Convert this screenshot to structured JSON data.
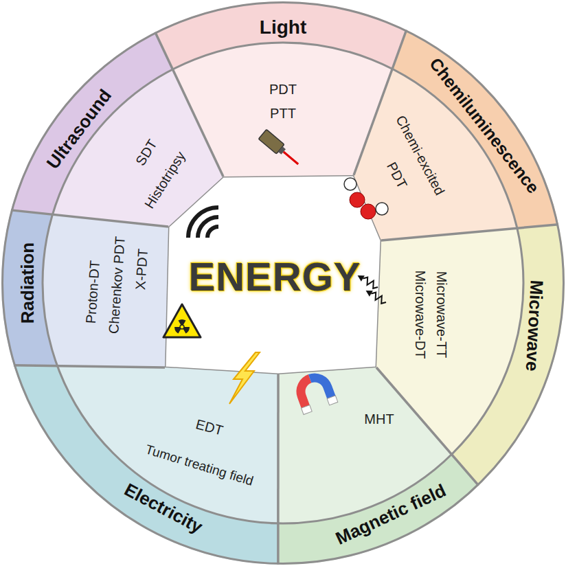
{
  "diagram": {
    "nodes": [
      {
        "text": [
          "ENERGY"
        ]
      },
      {
        "text": [
          "Light",
          "PDT",
          "PTT"
        ]
      },
      {
        "text": [
          "Chemiluminescence",
          "Chemi-excited",
          "PDT"
        ]
      },
      {
        "text": [
          "Microwave",
          "Microwave-DT",
          "Microwave-TT"
        ]
      },
      {
        "text": [
          "Magnetic field",
          "MHT"
        ]
      },
      {
        "text": [
          "Electricity",
          "EDT",
          "Tumor treating field"
        ]
      },
      {
        "text": [
          "Radiation",
          "X-PDT",
          "Cherenkov PDT",
          "Proton-DT"
        ]
      },
      {
        "text": [
          "Ultrasound",
          "SDT",
          "Histotripsy"
        ]
      }
    ]
  }
}
